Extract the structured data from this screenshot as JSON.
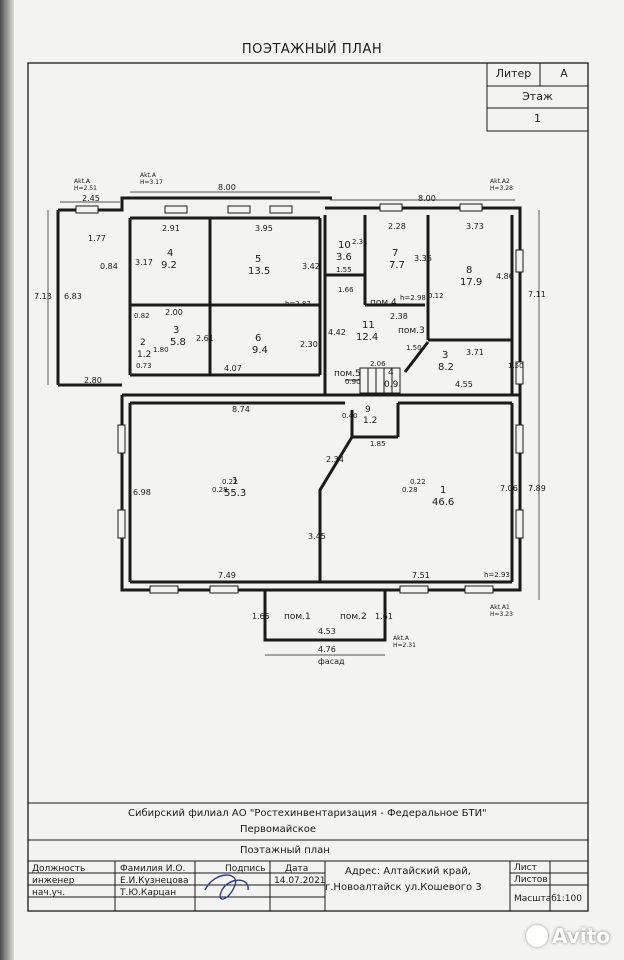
{
  "title": "ПОЭТАЖНЫЙ ПЛАН",
  "liter": {
    "label": "Литер",
    "value": "А",
    "floor_label": "Этаж",
    "floor_value": "1"
  },
  "rooms": [
    {
      "num": "4",
      "area": "9.2"
    },
    {
      "num": "5",
      "area": "13.5"
    },
    {
      "num": "6",
      "area": "9.4"
    },
    {
      "num": "3",
      "area": "5.8"
    },
    {
      "num": "2",
      "area": "1.2"
    },
    {
      "num": "10",
      "area": "3.6"
    },
    {
      "num": "7",
      "area": "7.7"
    },
    {
      "num": "8",
      "area": "17.9"
    },
    {
      "num": "11",
      "area": "12.4"
    },
    {
      "num": "3",
      "area": "8.2"
    },
    {
      "num": "4",
      "area": "0.9"
    },
    {
      "num": "9",
      "area": "1.2"
    },
    {
      "num": "1",
      "area": "55.3"
    },
    {
      "num": "1",
      "area": "46.6"
    }
  ],
  "pom_labels": [
    "пом.4",
    "пом.3",
    "пом.5",
    "пом.1",
    "пом.2"
  ],
  "dims": [
    "2.45",
    "8.00",
    "8.00",
    "1.77",
    "0.84",
    "7.13",
    "6.83",
    "2.80",
    "2.91",
    "3.17",
    "3.95",
    "3.42",
    "h=2.87",
    "2.00",
    "2.61",
    "0.82",
    "1.80",
    "0.73",
    "4.07",
    "2.30",
    "2.31",
    "1.55",
    "2.28",
    "3.36",
    "3.73",
    "4.86",
    "7.11",
    "h=2.98",
    "0.12",
    "1.66",
    "4.42",
    "2.38",
    "1.50",
    "3.71",
    "1.50",
    "2.06",
    "4.55",
    "0.90",
    "0.40",
    "1.85",
    "8.74",
    "6.98",
    "0.28",
    "0.22",
    "2.34",
    "3.45",
    "7.49",
    "7.51",
    "h=2.93",
    "7.06",
    "7.89",
    "1.65",
    "4.53",
    "1.61",
    "4.76",
    "фасад",
    "0.28",
    "0.22"
  ],
  "elevation_marks": [
    "Akt.A",
    "H=2.51",
    "Akt.A",
    "H=3.17",
    "Akt.A2",
    "H=3.28",
    "Akt.A1",
    "H=3.23",
    "Akt.A",
    "H=2.31"
  ],
  "stamp": {
    "org": "Сибирский филиал АО \"Ростехинвентаризация - Федеральное БТИ\"",
    "branch": "Первомайское",
    "sheet_title": "Поэтажный план",
    "headers": [
      "Должность",
      "Фамилия И.О.",
      "Подпись",
      "Дата"
    ],
    "rows": [
      {
        "role": "инженер",
        "name": "Е.И.Кузнецова",
        "date": "14.07.2021"
      },
      {
        "role": "нач.уч.",
        "name": "Т.Ю.Карцан",
        "date": ""
      }
    ],
    "address_line1": "Адрес: Алтайский край,",
    "address_line2": "г.Новоалтайск ул.Кошевого 3",
    "list_label": "Лист",
    "listov_label": "Листов",
    "scale_label": "Масштаб",
    "scale_value": "1:100"
  },
  "watermark": "Avito"
}
